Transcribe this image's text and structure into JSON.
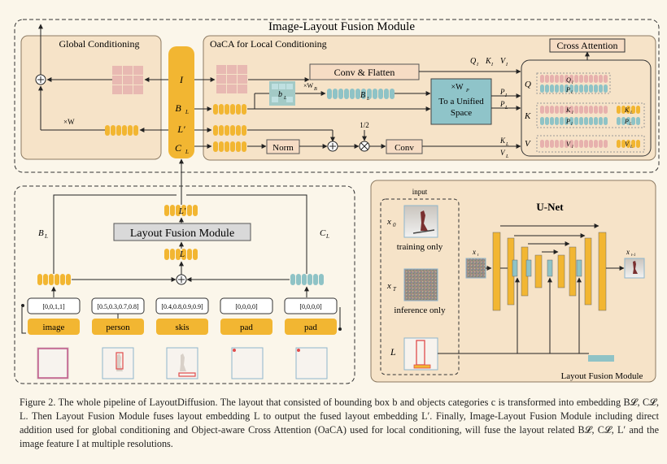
{
  "colors": {
    "page_bg": "#fbf6ea",
    "panel_bg": "#f6e3c8",
    "panel_border": "#8c7a62",
    "token_yellow": "#f2b632",
    "token_teal": "#8fc3c6",
    "token_pink": "#e7b1ad",
    "grid_pink": "#e8b9b2",
    "unified_box": "#8fc4c9",
    "cross_attention_box": "#f6dcc4",
    "module_box": "#d9d9d9",
    "unet_bar": "#f2b632",
    "unet_bar_teal": "#8fc3c6",
    "crop_border": "#e08f8f",
    "bbox_red": "#e04c4c"
  },
  "icons": {
    "sum": "circle-plus-icon",
    "product": "circle-times-icon"
  },
  "image_layout_fusion": {
    "title": "Image-Layout Fusion Module",
    "global": {
      "title": "Global Conditioning",
      "weight": "×W"
    },
    "local": {
      "title": "OaCA for Local Conditioning",
      "conv_flatten": "Conv & Flatten",
      "wb": "×W",
      "wb_sub": "B",
      "b_token": "b",
      "b_token_sub": "L",
      "B_token": "B",
      "B_token_sub": "L",
      "unified_title": "×W",
      "unified_title_sub": "P",
      "unified_line1": "To a Unified",
      "unified_line2": "Space",
      "norm": "Norm",
      "half": "1/2",
      "conv": "Conv",
      "out_qkv": "Q",
      "out_qkv_k": "K",
      "out_qkv_v": "V",
      "out_sub": "I",
      "p_i": "P",
      "p_i_sub": "I",
      "p_l": "P",
      "p_l_sub": "L",
      "k_l": "K",
      "k_l_sub": "L",
      "v_l": "V",
      "v_l_sub": "L"
    },
    "inputs": {
      "I": "I",
      "B": "B",
      "B_sub": "L",
      "L_prime": "L′",
      "C": "C",
      "C_sub": "L"
    },
    "cross_attention": {
      "title": "Cross Attention",
      "rows": [
        "Q",
        "K",
        "V"
      ],
      "q1": "Q",
      "q1_sub": "I",
      "p_i": "P",
      "p_i_sub": "I",
      "k_i": "K",
      "k_i_sub": "I",
      "p_i2": "P",
      "p_i2_sub": "I",
      "k_l": "K",
      "k_l_sub": "L",
      "p_l": "P",
      "p_l_sub": "L",
      "v_i": "V",
      "v_i_sub": "I",
      "v_l": "V",
      "v_l_sub": "L"
    }
  },
  "layout_fusion": {
    "module_label": "Layout Fusion Module",
    "top_token": "L′",
    "mid_token": "L",
    "left_label": "B",
    "left_label_sub": "L",
    "right_label": "C",
    "right_label_sub": "L",
    "objects": [
      {
        "bbox": "[0,0,1,1]",
        "category": "image"
      },
      {
        "bbox": "[0.5,0.3,0.7,0.8]",
        "category": "person"
      },
      {
        "bbox": "[0.4,0.8,0.9,0.9]",
        "category": "skis"
      },
      {
        "bbox": "[0,0,0,0]",
        "category": "pad"
      },
      {
        "bbox": "[0,0,0,0]",
        "category": "pad"
      }
    ]
  },
  "unet_panel": {
    "input_label": "input",
    "x0": "x",
    "x0_sub": "0",
    "training_only": "training only",
    "xT": "x",
    "xT_sub": "T",
    "inference_only": "inference only",
    "L": "L",
    "title": "U-Net",
    "xt": "x",
    "xt_sub": "t",
    "xt1": "x",
    "xt1_sub": "t-1",
    "layout_fusion_label": "Layout Fusion Module"
  },
  "caption": "Figure 2. The whole pipeline of LayoutDiffusion. The layout that consisted of bounding box b and objects categories c is transformed into embedding B𝓛, C𝓛, L. Then Layout Fusion Module fuses layout embedding L to output the fused layout embedding L′. Finally, Image-Layout Fusion Module including direct addition used for global conditioning and Object-aware Cross Attention (OaCA) used for local conditioning, will fuse the layout related B𝓛, C𝓛, L′ and the image feature I at multiple resolutions."
}
